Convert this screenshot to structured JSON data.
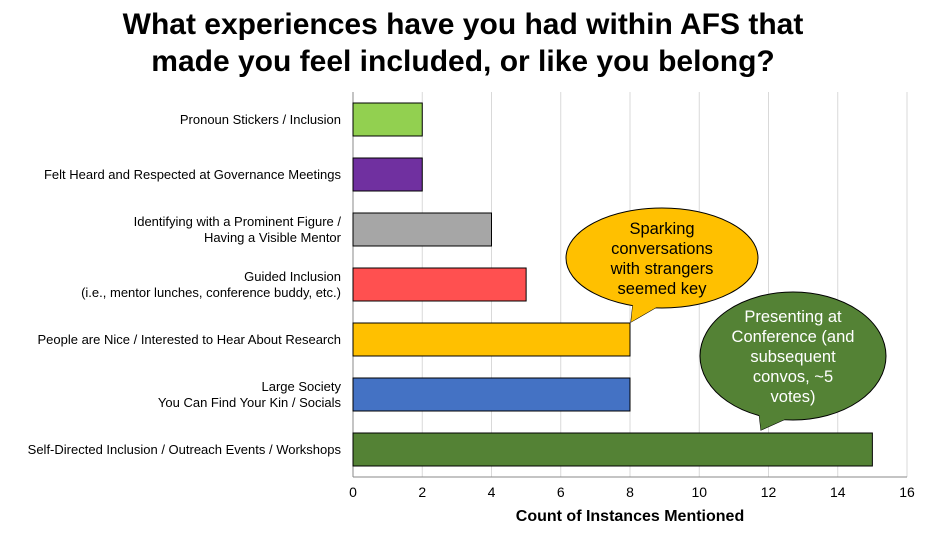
{
  "chart_data": {
    "type": "bar",
    "orientation": "horizontal",
    "title_lines": [
      "What experiences have you had within AFS that",
      "made you feel included, or like you belong?"
    ],
    "xlabel": "Count of Instances Mentioned",
    "ylabel": "",
    "xlim": [
      0,
      16
    ],
    "xticks": [
      "0",
      "2",
      "4",
      "6",
      "8",
      "10",
      "12",
      "14",
      "16"
    ],
    "grid": "vertical",
    "legend": "none",
    "categories": [
      [
        "Pronoun Stickers / Inclusion"
      ],
      [
        "Felt Heard and Respected at Governance Meetings"
      ],
      [
        "Identifying with a Prominent Figure /",
        "Having a Visible Mentor"
      ],
      [
        "Guided Inclusion",
        "(i.e., mentor lunches, conference buddy,  etc.)"
      ],
      [
        "People are Nice / Interested to Hear About Research"
      ],
      [
        "Large Society",
        "You Can Find Your Kin / Socials"
      ],
      [
        "Self-Directed Inclusion / Outreach Events / Workshops"
      ]
    ],
    "values": [
      2,
      2,
      4,
      5,
      8,
      8,
      15
    ],
    "bar_colors": [
      "#92d050",
      "#7030a0",
      "#a6a6a6",
      "#ff5050",
      "#ffc000",
      "#4472c4",
      "#548235"
    ],
    "annotations": [
      {
        "lines": [
          "Sparking",
          "conversations",
          "with strangers",
          "seemed key"
        ],
        "fill": "#ffc000",
        "text_color": "#000000",
        "points_to_category_index": 4
      },
      {
        "lines": [
          "Presenting at",
          "Conference (and",
          "subsequent",
          "convos, ~5",
          "votes)"
        ],
        "fill": "#548235",
        "text_color": "#ffffff",
        "points_to_category_index": 6
      }
    ]
  }
}
